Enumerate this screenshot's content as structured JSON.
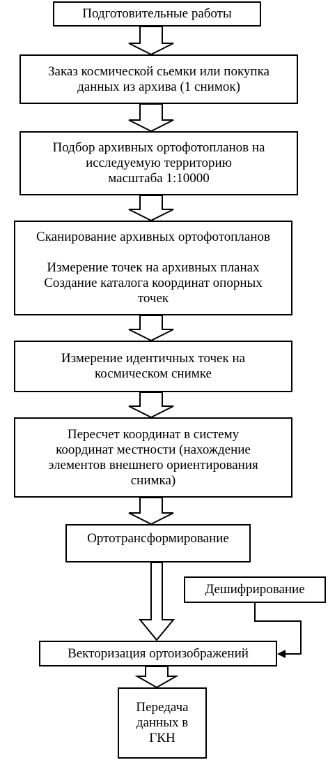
{
  "steps": {
    "prep": "Подготовительные работы",
    "order": [
      "Заказ космической сьемки или покупка",
      "данных из архива (1 снимок)"
    ],
    "select": [
      "Подбор архивных ортофотопланов на",
      "исследуемую территорию",
      "масштаба 1:10000"
    ],
    "scan": {
      "line1": "Сканирование архивных ортофотопланов",
      "line2": "Измерение точек на архивных планах",
      "line3": "Создание каталога координат опорных",
      "line4": "точек"
    },
    "measure": [
      "Измерение идентичных точек на",
      "космическом снимке"
    ],
    "recalc": [
      "Пересчет координат в систему",
      "координат местности (нахождение",
      "элементов внешнего ориентирования",
      "снимка)"
    ],
    "ortho": "Ортотрансформирование",
    "decode": "Дешифрирование",
    "vector": "Векторизация ортоизображений",
    "transfer": [
      "Передача",
      "данных в",
      "ГКН"
    ]
  },
  "colors": {
    "stroke": "#000000",
    "fill": "#ffffff"
  }
}
